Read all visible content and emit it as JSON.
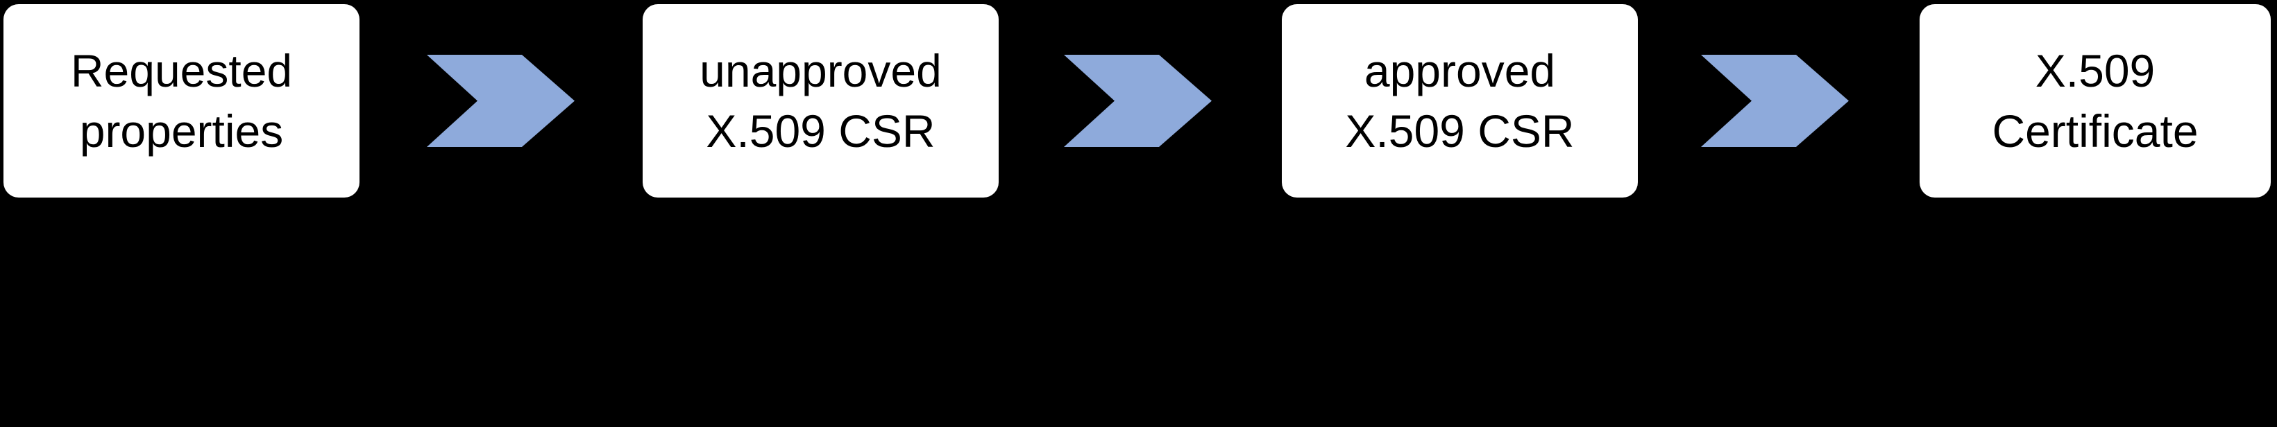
{
  "diagram": {
    "steps": [
      {
        "line1": "Requested",
        "line2": "properties"
      },
      {
        "line1": "unapproved",
        "line2": "X.509 CSR"
      },
      {
        "line1": "approved",
        "line2": "X.509 CSR"
      },
      {
        "line1": "X.509",
        "line2": "Certificate"
      }
    ],
    "icons": {
      "arrow": "chevron-right"
    },
    "colors": {
      "background": "#000000",
      "box_fill": "#ffffff",
      "box_text": "#000000",
      "arrow": "#8EAADB"
    }
  }
}
